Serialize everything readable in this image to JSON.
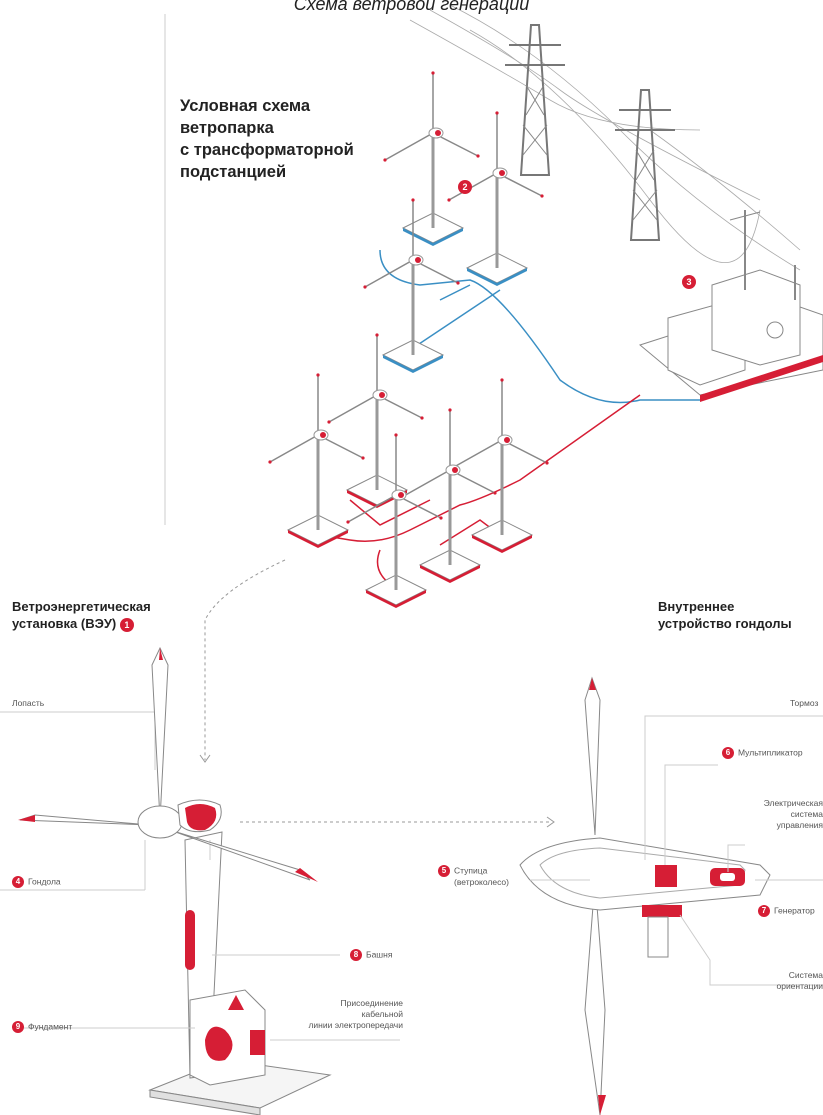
{
  "header": {
    "caption": "Схема ветровой генерации"
  },
  "title": {
    "line1": "Условная схема",
    "line2": "ветропарка",
    "line3": "с трансформаторной",
    "line4": "подстанцией"
  },
  "markers": {
    "m2": "2",
    "m3": "3"
  },
  "left_section": {
    "title_line1": "Ветроэнергетическая",
    "title_line2": "установка (ВЭУ)",
    "num": "1"
  },
  "right_section": {
    "title_line1": "Внутреннее",
    "title_line2": "устройство гондолы"
  },
  "left_labels": {
    "blade": "Лопасть",
    "nacelle_num": "4",
    "nacelle": "Гондола",
    "tower_num": "8",
    "tower": "Башня",
    "foundation_num": "9",
    "foundation": "Фундамент",
    "cable_l1": "Присоединение",
    "cable_l2": "кабельной",
    "cable_l3": "линии электропередачи"
  },
  "right_labels": {
    "brake": "Тормоз",
    "gearbox_num": "6",
    "gearbox": "Мультипликатор",
    "ctrl_l1": "Электрическая",
    "ctrl_l2": "система",
    "ctrl_l3": "управления",
    "hub_num": "5",
    "hub_l1": "Ступица",
    "hub_l2": "(ветроколесо)",
    "gen_num": "7",
    "generator": "Генератор",
    "yaw_l1": "Система",
    "yaw_l2": "ориентации"
  },
  "colors": {
    "accent": "#d61e35",
    "cable_blue": "#3a8fc4",
    "line_gray": "#777777"
  }
}
